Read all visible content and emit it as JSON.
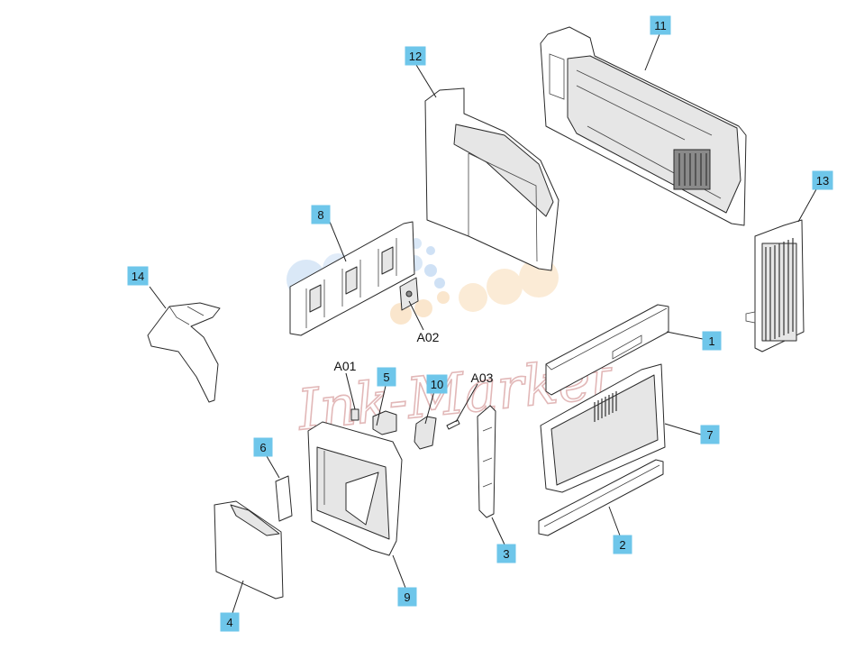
{
  "callouts": [
    {
      "id": "c1",
      "label": "1"
    },
    {
      "id": "c2",
      "label": "2"
    },
    {
      "id": "c3",
      "label": "3"
    },
    {
      "id": "c4",
      "label": "4"
    },
    {
      "id": "c5",
      "label": "5"
    },
    {
      "id": "c6",
      "label": "6"
    },
    {
      "id": "c7",
      "label": "7"
    },
    {
      "id": "c8",
      "label": "8"
    },
    {
      "id": "c9",
      "label": "9"
    },
    {
      "id": "c10",
      "label": "10"
    },
    {
      "id": "c11",
      "label": "11"
    },
    {
      "id": "c12",
      "label": "12"
    },
    {
      "id": "c13",
      "label": "13"
    },
    {
      "id": "c14",
      "label": "14"
    }
  ],
  "references": [
    {
      "id": "a01",
      "label": "A01"
    },
    {
      "id": "a02",
      "label": "A02"
    },
    {
      "id": "a03",
      "label": "A03"
    }
  ],
  "watermark": {
    "text": "Ink-Market"
  },
  "colors": {
    "callout_fill": "#6ec6ea",
    "line": "#2a2a2a",
    "watermark": "#e2b8b8"
  }
}
